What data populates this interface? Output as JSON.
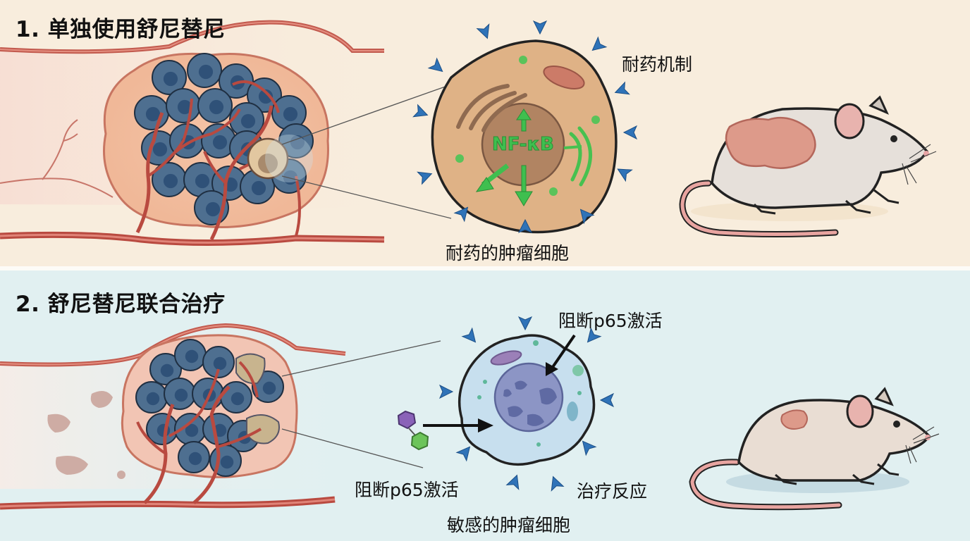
{
  "panels": [
    {
      "title": "1. 单独使用舒尼替尼",
      "labels": {
        "mechanism": "耐药机制",
        "cell": "耐药的肿瘤细胞",
        "nucleus_factor": "NF-κB"
      }
    },
    {
      "title": "2. 舒尼替尼联合治疗",
      "labels": {
        "block_top": "阻断p65激活",
        "block_left": "阻断p65激活",
        "response": "治疗反应",
        "cell": "敏感的肿瘤细胞"
      }
    }
  ],
  "colors": {
    "panel1_bg": "#f8eddd",
    "panel2_bg": "#e1f0f1",
    "tumor_cell": "#4e6f90",
    "vessel": "#c0554a",
    "receptor": "#2f73b8",
    "nfkb_green": "#3fbf4f",
    "drug_purple": "#8a62b8",
    "drug_green": "#6cc45a"
  }
}
